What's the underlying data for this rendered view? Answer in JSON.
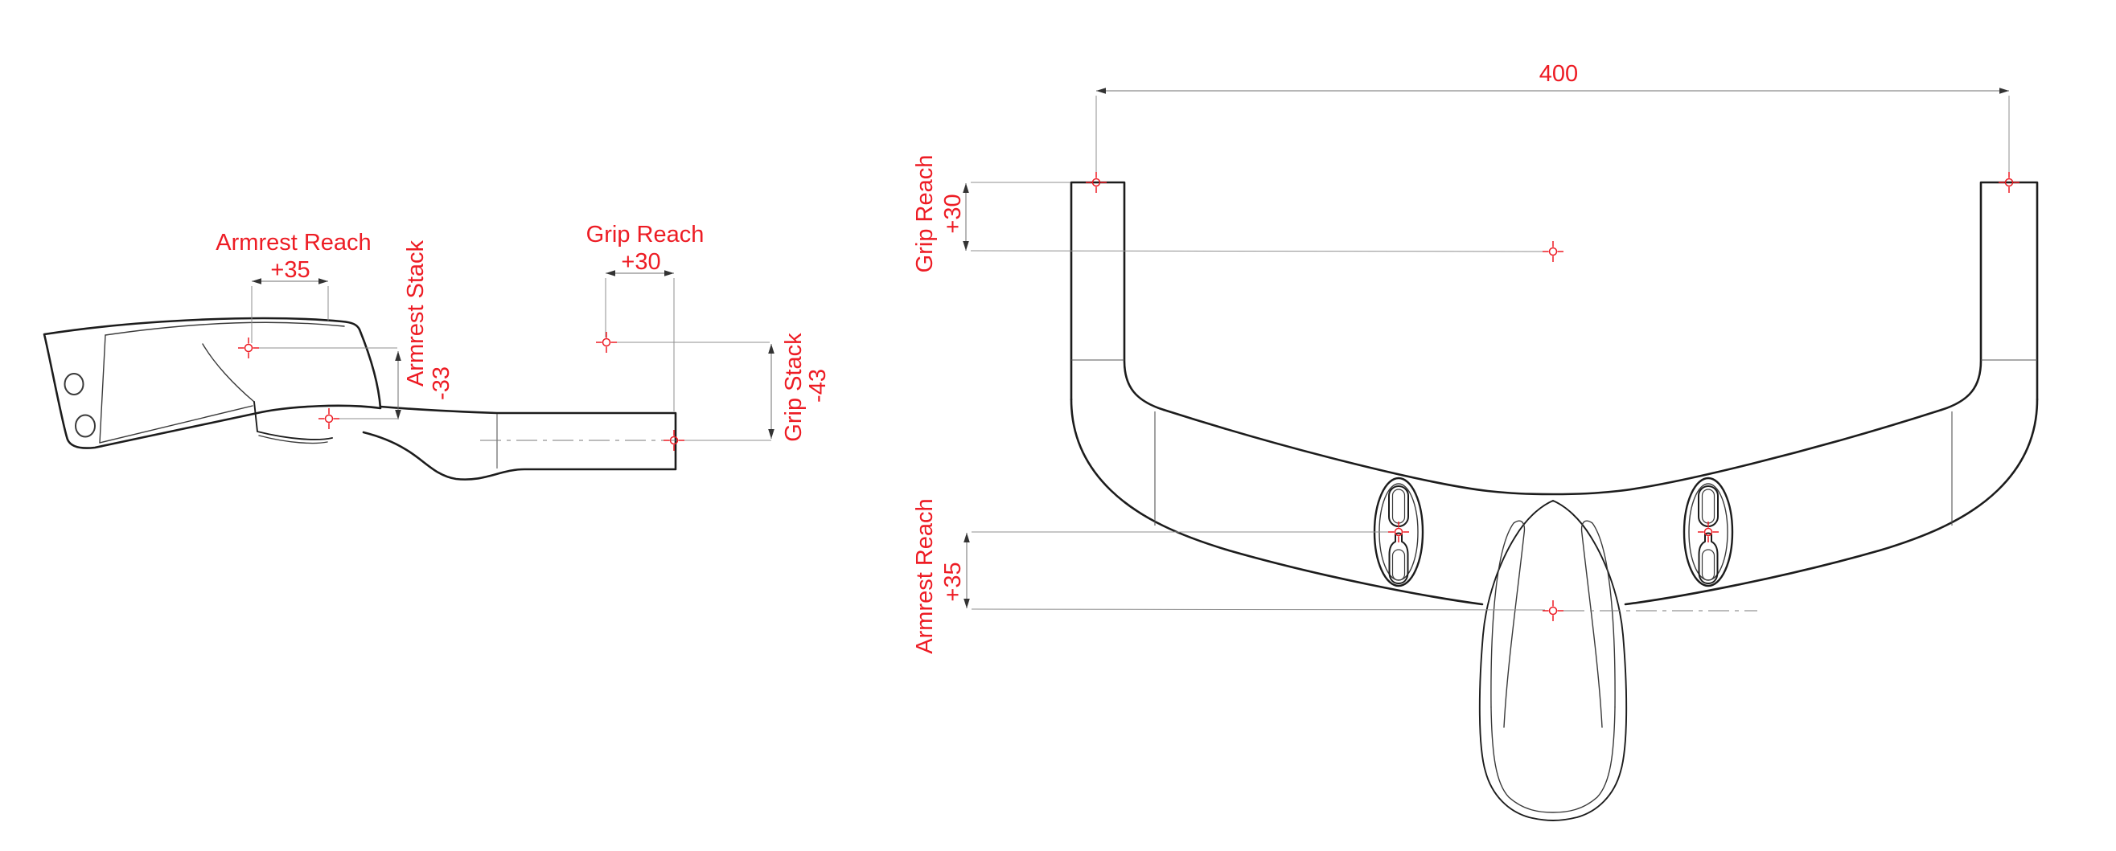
{
  "colors": {
    "annotation_red": "#ed1c24",
    "drawing_line": "#1c1c1c",
    "dimension_gray": "#8f8f8f",
    "background": "#ffffff"
  },
  "side_view": {
    "armrest_reach": {
      "label": "Armrest Reach",
      "value": "+35"
    },
    "armrest_stack": {
      "label": "Armrest Stack",
      "value": "-33"
    },
    "grip_reach": {
      "label": "Grip Reach",
      "value": "+30"
    },
    "grip_stack": {
      "label": "Grip Stack",
      "value": "-43"
    }
  },
  "front_view": {
    "overall_width": {
      "value": "400"
    },
    "grip_reach": {
      "label": "Grip Reach",
      "value": "+30"
    },
    "armrest_reach": {
      "label": "Armrest Reach",
      "value": "+35"
    }
  }
}
